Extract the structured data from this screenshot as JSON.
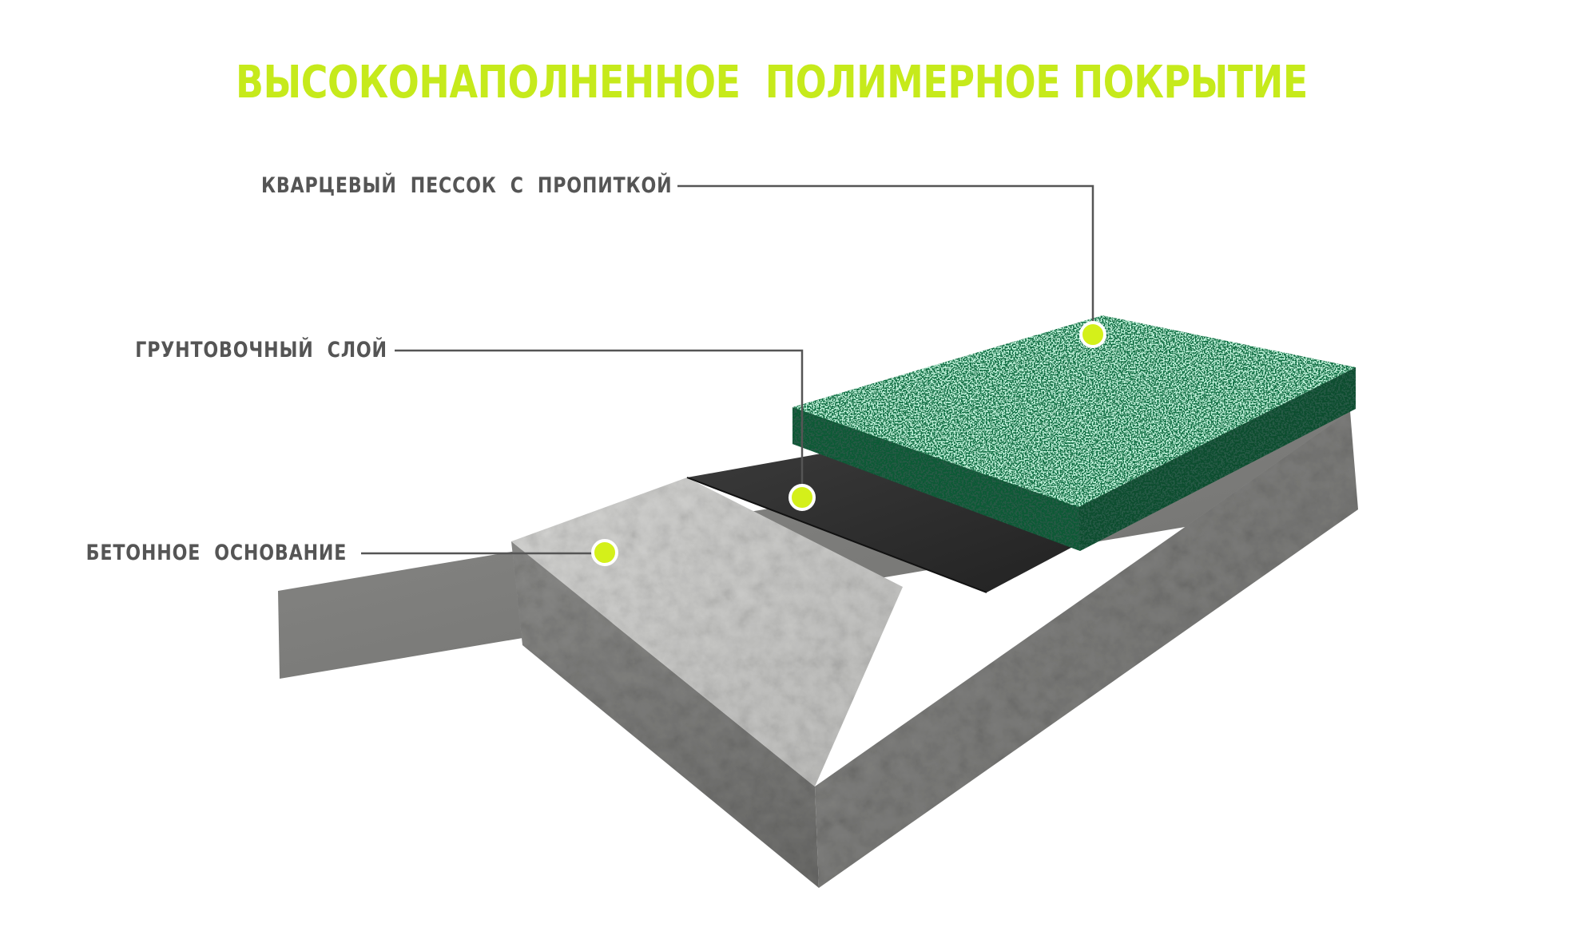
{
  "title": "ВЫСОКОНАПОЛНЕННОЕ  ПОЛИМЕРНОЕ ПОКРЫТИЕ",
  "layers": [
    {
      "id": "sand",
      "label": "КВАРЦЕВЫЙ  ПЕССОК  С  ПРОПИТКОЙ"
    },
    {
      "id": "primer",
      "label": "ГРУНТОВОЧНЫЙ  СЛОЙ"
    },
    {
      "id": "base",
      "label": "БЕТОННОЕ  ОСНОВАНИЕ"
    }
  ],
  "colors": {
    "accent": "#c6ea1b",
    "label_text": "#555555",
    "leader_line": "#555555",
    "marker": "#d4f01a",
    "coating_green": "#0e6b40",
    "primer_dark": "#2b2b2b",
    "concrete_top": "#c8c8c6",
    "concrete_side": "#7b7b79"
  }
}
